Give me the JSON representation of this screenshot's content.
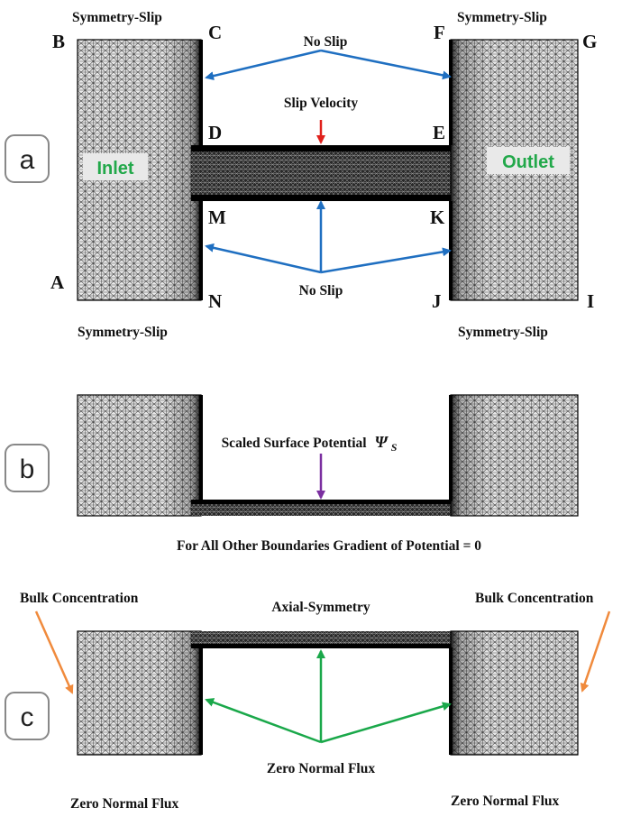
{
  "panel_a": {
    "tag": "a",
    "corners": {
      "A": "A",
      "B": "B",
      "C": "C",
      "D": "D",
      "E": "E",
      "F": "F",
      "G": "G",
      "I": "I",
      "J": "J",
      "K": "K",
      "M": "M",
      "N": "N"
    },
    "symmetry_slip_label": "Symmetry-Slip",
    "no_slip_label": "No Slip",
    "slip_velocity_label": "Slip Velocity",
    "inlet_label": "Inlet",
    "outlet_label": "Outlet"
  },
  "panel_b": {
    "tag": "b",
    "surface_potential_label": "Scaled Surface Potential",
    "psi_symbol": "Ψ",
    "psi_subscript": "S",
    "bottom_note": "For All Other Boundaries Gradient of Potential = 0"
  },
  "panel_c": {
    "tag": "c",
    "bulk_concentration_label": "Bulk Concentration",
    "axial_symmetry_label": "Axial-Symmetry",
    "zero_normal_flux_label": "Zero Normal Flux"
  },
  "colors": {
    "no_slip_arrow": "#1f6fc1",
    "slip_velocity_arrow": "#e0201b",
    "surface_potential_arrow": "#7b2fa0",
    "zero_flux_arrow": "#1aa84a",
    "bulk_arrow": "#f08a3c",
    "inlet_outlet_text": "#22a84a"
  }
}
